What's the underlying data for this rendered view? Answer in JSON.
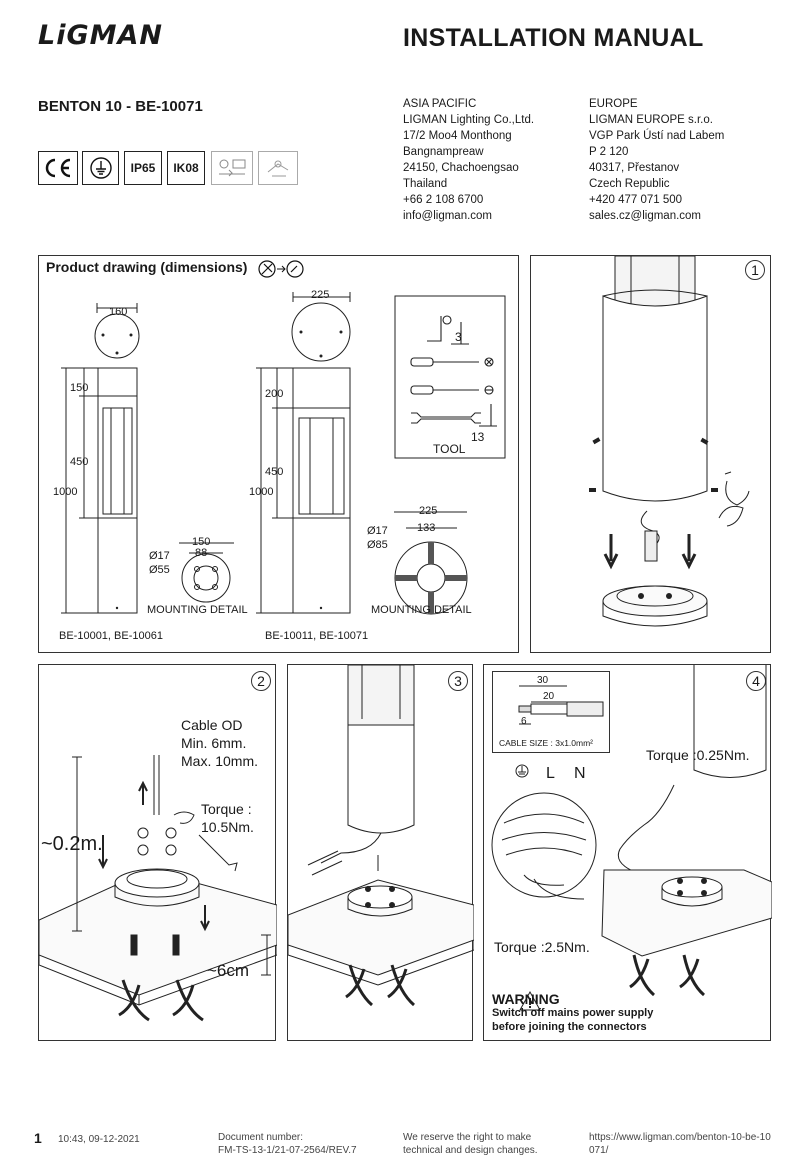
{
  "header": {
    "logo": "LiGMAN",
    "title": "INSTALLATION MANUAL",
    "product": "BENTON 10 - BE-10071"
  },
  "certifications": [
    "IP65",
    "IK08"
  ],
  "contacts": {
    "asia": [
      "ASIA PACIFIC",
      "LIGMAN Lighting Co.,Ltd.",
      "17/2 Moo4 Monthong",
      "Bangnampreaw",
      "24150, Chachoengsao",
      "Thailand",
      "+66 2 108 6700",
      "info@ligman.com"
    ],
    "europe": [
      "EUROPE",
      "LIGMAN EUROPE s.r.o.",
      "VGP Park Ústí nad Labem",
      "P 2 120",
      "40317, Přestanov",
      "Czech Republic",
      "+420 477 071 500",
      "sales.cz@ligman.com"
    ]
  },
  "drawing": {
    "title": "Product drawing (dimensions)",
    "left": {
      "top_dim": "160",
      "dims": [
        "150",
        "450",
        "1000"
      ],
      "mount_dims": [
        "150",
        "88",
        "Ø17",
        "Ø55"
      ],
      "mount_label": "MOUNTING DETAIL",
      "models": "BE-10001, BE-10061"
    },
    "right": {
      "top_dim": "225",
      "dims": [
        "200",
        "450",
        "1000"
      ],
      "mount_dims": [
        "225",
        "133",
        "Ø17",
        "Ø85"
      ],
      "mount_label": "MOUNTING DETAIL",
      "models": "BE-10011, BE-10071"
    },
    "tool": {
      "label": "TOOL",
      "hex_size": "3",
      "wrench_size": "13"
    }
  },
  "steps": {
    "s1": {
      "num": "1"
    },
    "s2": {
      "num": "2",
      "cable_od": "Cable OD",
      "min": "Min. 6mm.",
      "max": "Max. 10mm.",
      "torque_label": "Torque :",
      "torque_value": "10.5Nm.",
      "height": "~0.2m.",
      "depth": "~6cm"
    },
    "s3": {
      "num": "3"
    },
    "s4": {
      "num": "4",
      "strip": [
        "30",
        "20",
        "6"
      ],
      "cable_size": "CABLE SIZE : 3x1.0mm²",
      "conn": [
        "L",
        "N"
      ],
      "torque_top": "Torque :0.25Nm.",
      "torque_bottom": "Torque :2.5Nm.",
      "warning": "WARNING",
      "warning_text": [
        "Switch off mains power supply",
        "before joining the connectors"
      ]
    }
  },
  "footer": {
    "page": "1",
    "timestamp": "10:43, 09-12-2021",
    "doc": [
      "Document number:",
      "FM-TS-13-1/21-07-2564/REV.7"
    ],
    "reserve": [
      "We reserve the right to make",
      "technical and design changes."
    ],
    "url": [
      "https://www.ligman.com/benton-10-be-10",
      "071/"
    ]
  }
}
